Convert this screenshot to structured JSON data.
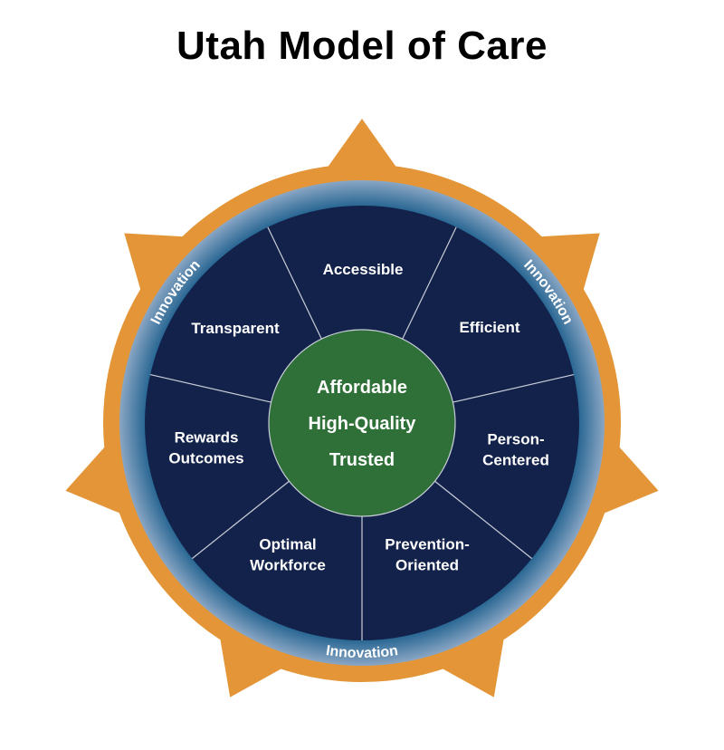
{
  "title": "Utah Model of Care",
  "core": [
    "Affordable",
    "High-Quality",
    "Trusted"
  ],
  "segments": [
    {
      "lines": [
        "Accessible"
      ]
    },
    {
      "lines": [
        "Efficient"
      ]
    },
    {
      "lines": [
        "Person-",
        "Centered"
      ]
    },
    {
      "lines": [
        "Prevention-",
        "Oriented"
      ]
    },
    {
      "lines": [
        "Optimal",
        "Workforce"
      ]
    },
    {
      "lines": [
        "Rewards",
        "Outcomes"
      ]
    },
    {
      "lines": [
        "Transparent"
      ]
    }
  ],
  "ring_label": "Innovation",
  "colors": {
    "orange": "#E39537",
    "navy": "#13224A",
    "green": "#2E7038",
    "ring_dark": "#1B5E8C",
    "ring_light": "#8AA6C4",
    "divider": "#C8CDD8"
  }
}
